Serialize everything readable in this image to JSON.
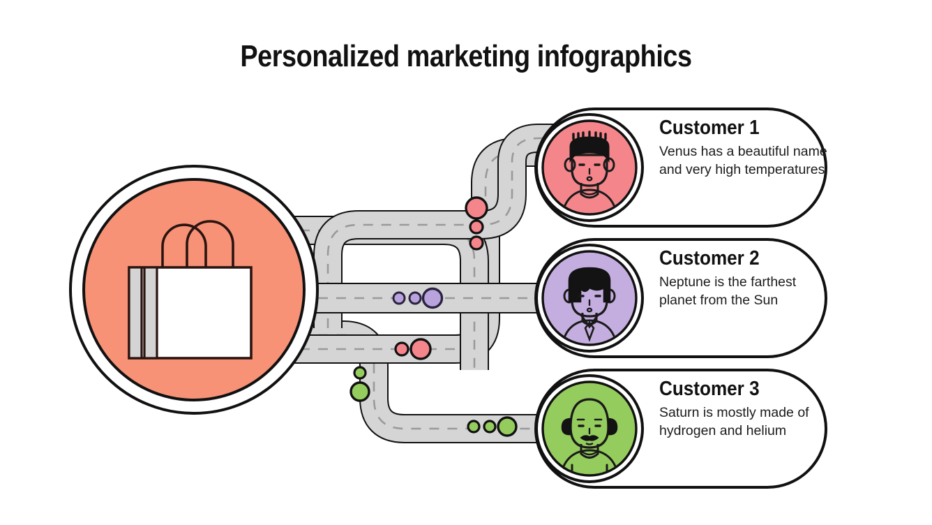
{
  "page": {
    "title": "Personalized marketing infographics",
    "background_color": "#ffffff"
  },
  "hub": {
    "name": "shopping-bag-hub",
    "circle_color": "#F79277",
    "outline_color": "#111111",
    "bag_body_color": "#ffffff",
    "bag_side_color": "#d4d4d4",
    "icon": "shopping-bag-icon"
  },
  "roads": {
    "surface_color": "#d5d5d5",
    "outline_color": "#111111",
    "dash_color": "#9a9a9a",
    "markers": [
      {
        "road": "top",
        "color": "#F4868B",
        "orientation": "vertical",
        "sizes": [
          16,
          10,
          10
        ]
      },
      {
        "road": "middle",
        "color": "#B9A3DD",
        "orientation": "horizontal",
        "sizes": [
          8,
          8,
          14
        ]
      },
      {
        "road": "lower-middle",
        "color": "#F4868B",
        "orientation": "horizontal",
        "sizes": [
          9,
          15
        ]
      },
      {
        "road": "bottom-vertical",
        "color": "#95CC5E",
        "orientation": "vertical",
        "sizes": [
          8,
          14
        ]
      },
      {
        "road": "bottom",
        "color": "#95CC5E",
        "orientation": "horizontal",
        "sizes": [
          8,
          8,
          14
        ]
      }
    ]
  },
  "cards": [
    {
      "id": "customer-1",
      "title": "Customer 1",
      "body": "Venus has a beautiful name and very high temperatures",
      "avatar_color": "#F4868B",
      "avatar_name": "avatar-customer-1",
      "avatar_style": "young-man-flat-top-hair"
    },
    {
      "id": "customer-2",
      "title": "Customer 2",
      "body": "Neptune is the farthest planet from the Sun",
      "avatar_color": "#C4AEE0",
      "avatar_name": "avatar-customer-2",
      "avatar_style": "man-bowl-cut-with-tie"
    },
    {
      "id": "customer-3",
      "title": "Customer 3",
      "body": "Saturn is mostly made of hydrogen and helium",
      "avatar_color": "#95CC5E",
      "avatar_name": "avatar-customer-3",
      "avatar_style": "bald-man-with-mustache"
    }
  ]
}
